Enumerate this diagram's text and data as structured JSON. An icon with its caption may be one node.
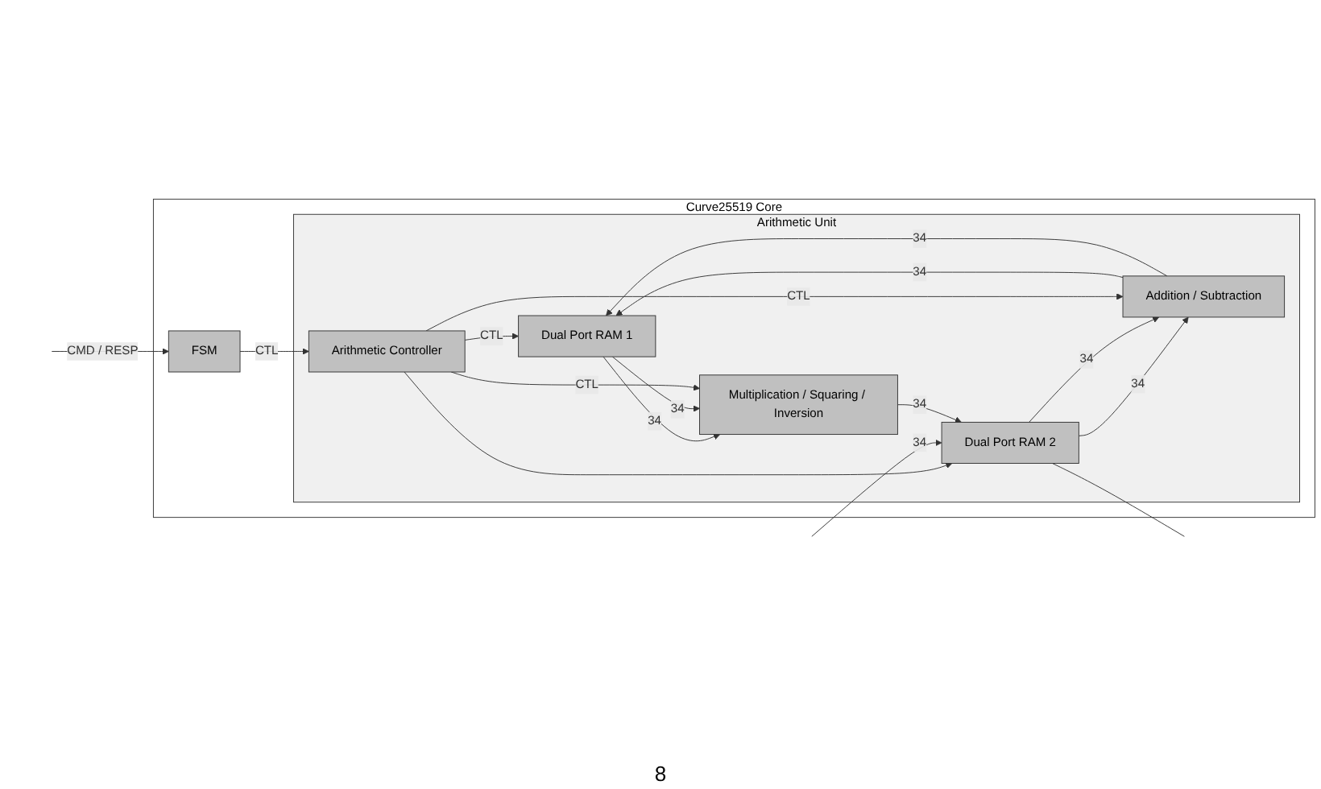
{
  "diagram": {
    "nodes": [
      {
        "text": [
          "Curve25519 Core"
        ]
      },
      {
        "text": [
          "Arithmetic Unit"
        ],
        "in": 0
      },
      {
        "text": [
          "Dual Port RAM 1"
        ],
        "in": 1
      },
      {
        "text": [
          "Dual Port RAM 2"
        ],
        "in": 1
      },
      {
        "text": [
          "Multiplication / Squaring / Inversion"
        ],
        "in": 1
      },
      {
        "text": [
          "Arithmetic Controller"
        ],
        "in": 1
      },
      {
        "text": [
          "Addition / Subtraction"
        ],
        "in": 1
      },
      {
        "text": [
          "FSM"
        ],
        "in": 0
      }
    ],
    "edges": [
      {
        "from": 5,
        "to": 2,
        "arrow": "to",
        "label": "CTL"
      },
      {
        "from": 5,
        "to": 3,
        "arrow": "to"
      },
      {
        "from": null,
        "to": 3,
        "arrow": "to",
        "label": "34"
      },
      {
        "from": 2,
        "to": 4,
        "arrow": "to",
        "label": "34"
      },
      {
        "from": 2,
        "to": 4,
        "arrow": "to",
        "label": "34"
      },
      {
        "from": 3,
        "to": 6,
        "arrow": "to",
        "label": "34"
      },
      {
        "from": 3,
        "to": 6,
        "arrow": "to",
        "label": "34"
      },
      {
        "from": 3,
        "to": null,
        "arrow": "none"
      },
      {
        "from": 5,
        "to": 4,
        "arrow": "to",
        "label": "CTL"
      },
      {
        "from": 5,
        "to": 6,
        "arrow": "to",
        "label": "CTL"
      },
      {
        "from": 4,
        "to": 3,
        "arrow": "to",
        "label": "34"
      },
      {
        "from": 6,
        "to": 2,
        "arrow": "to",
        "label": "34"
      },
      {
        "from": 6,
        "to": 2,
        "arrow": "to",
        "label": "34"
      },
      {
        "from": 7,
        "to": 5,
        "arrow": "to",
        "label": "CTL"
      },
      {
        "from": null,
        "to": 7,
        "arrow": "to",
        "label": "CMD / RESP"
      }
    ],
    "labels": [
      "8"
    ]
  }
}
